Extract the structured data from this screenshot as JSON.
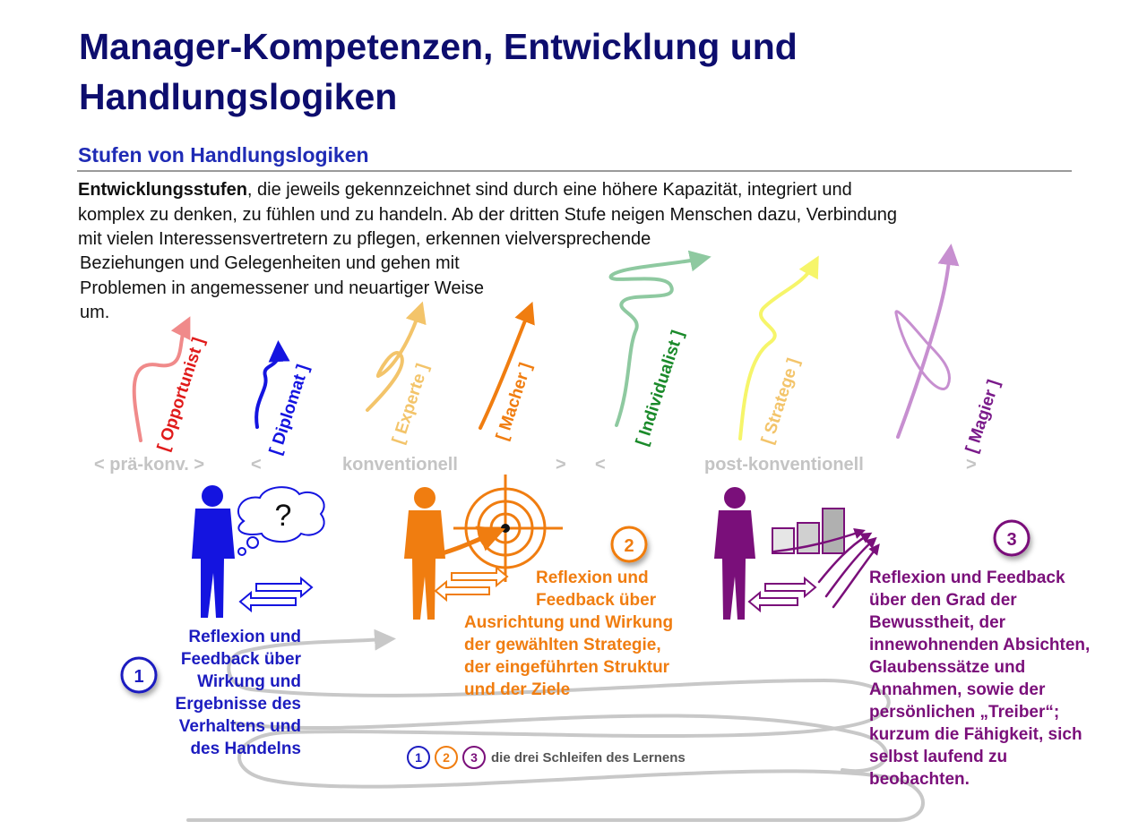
{
  "title": "Manager-Kompetenzen, Entwicklung und Handlungslogiken",
  "subtitle": "Stufen von Handlungslogiken",
  "intro": {
    "bold": "Entwicklungsstufen",
    "line1_rest": ", die jeweils gekennzeichnet sind durch eine höhere Kapazität, integriert und",
    "line2": "komplex zu denken, zu fühlen und zu handeln. Ab der dritten Stufe neigen Menschen dazu, Verbindung",
    "line3": "mit vielen Interessensvertretern zu pflegen, erkennen vielversprechende",
    "line4": "Beziehungen und Gelegenheiten und gehen mit",
    "line5": "Problemen in angemessener und neuartiger Weise",
    "line6": "um."
  },
  "stages": [
    {
      "label": "[ Opportunist ]",
      "color": "#e01b1b",
      "arrow_color": "#f08a8a"
    },
    {
      "label": "[ Diplomat ]",
      "color": "#1414e0",
      "arrow_color": "#1414e0"
    },
    {
      "label": "[ Experte ]",
      "color": "#f3c46a",
      "arrow_color": "#f3c46a"
    },
    {
      "label": "[ Macher ]",
      "color": "#f07d10",
      "arrow_color": "#f07d10"
    },
    {
      "label": "[ Individualist ]",
      "color": "#1a8a2a",
      "arrow_color": "#8ec9a0"
    },
    {
      "label": "[ Stratege ]",
      "color": "#f3c46a",
      "arrow_color": "#f6f56a"
    },
    {
      "label": "[ Magier ]",
      "color": "#7a1a8a",
      "arrow_color": "#c78fd0"
    }
  ],
  "eras": {
    "pre": "< prä-konv. >",
    "conv_open": "<",
    "conv": "konventionell",
    "conv_close": ">",
    "post_open": "<",
    "post": "post-konventionell",
    "post_close": ">"
  },
  "thought_symbol": "?",
  "loops": [
    {
      "number": "1",
      "color": "#1c1cc0",
      "lines": [
        "Reflexion und",
        "Feedback über",
        "Wirkung und",
        "Ergebnisse des",
        "Verhaltens und",
        "des Handelns"
      ]
    },
    {
      "number": "2",
      "color": "#f07d10",
      "lines": [
        "Reflexion und",
        "Feedback über",
        "Ausrichtung und Wirkung",
        "der gewählten Strategie,",
        "der eingeführten Struktur",
        "und der Ziele"
      ]
    },
    {
      "number": "3",
      "color": "#7a0f7a",
      "lines": [
        "Reflexion und Feedback",
        "über den Grad der",
        "Bewusstheit, der",
        "innewohnenden Absichten,",
        "Glaubenssätze und",
        "Annahmen, sowie der",
        "persönlichen „Treiber“;",
        "kurzum die Fähigkeit, sich",
        "selbst laufend zu",
        "beobachten."
      ]
    }
  ],
  "legend": {
    "numbers": [
      "1",
      "2",
      "3"
    ],
    "text": "die drei Schleifen des Lernens"
  },
  "colors": {
    "title": "#0d0d6e",
    "subtitle": "#1f2bb5",
    "figure_blue": "#1414e0",
    "figure_orange": "#f07d10",
    "figure_purple": "#7a0f7a",
    "loop_gray": "#c8c8c8"
  }
}
